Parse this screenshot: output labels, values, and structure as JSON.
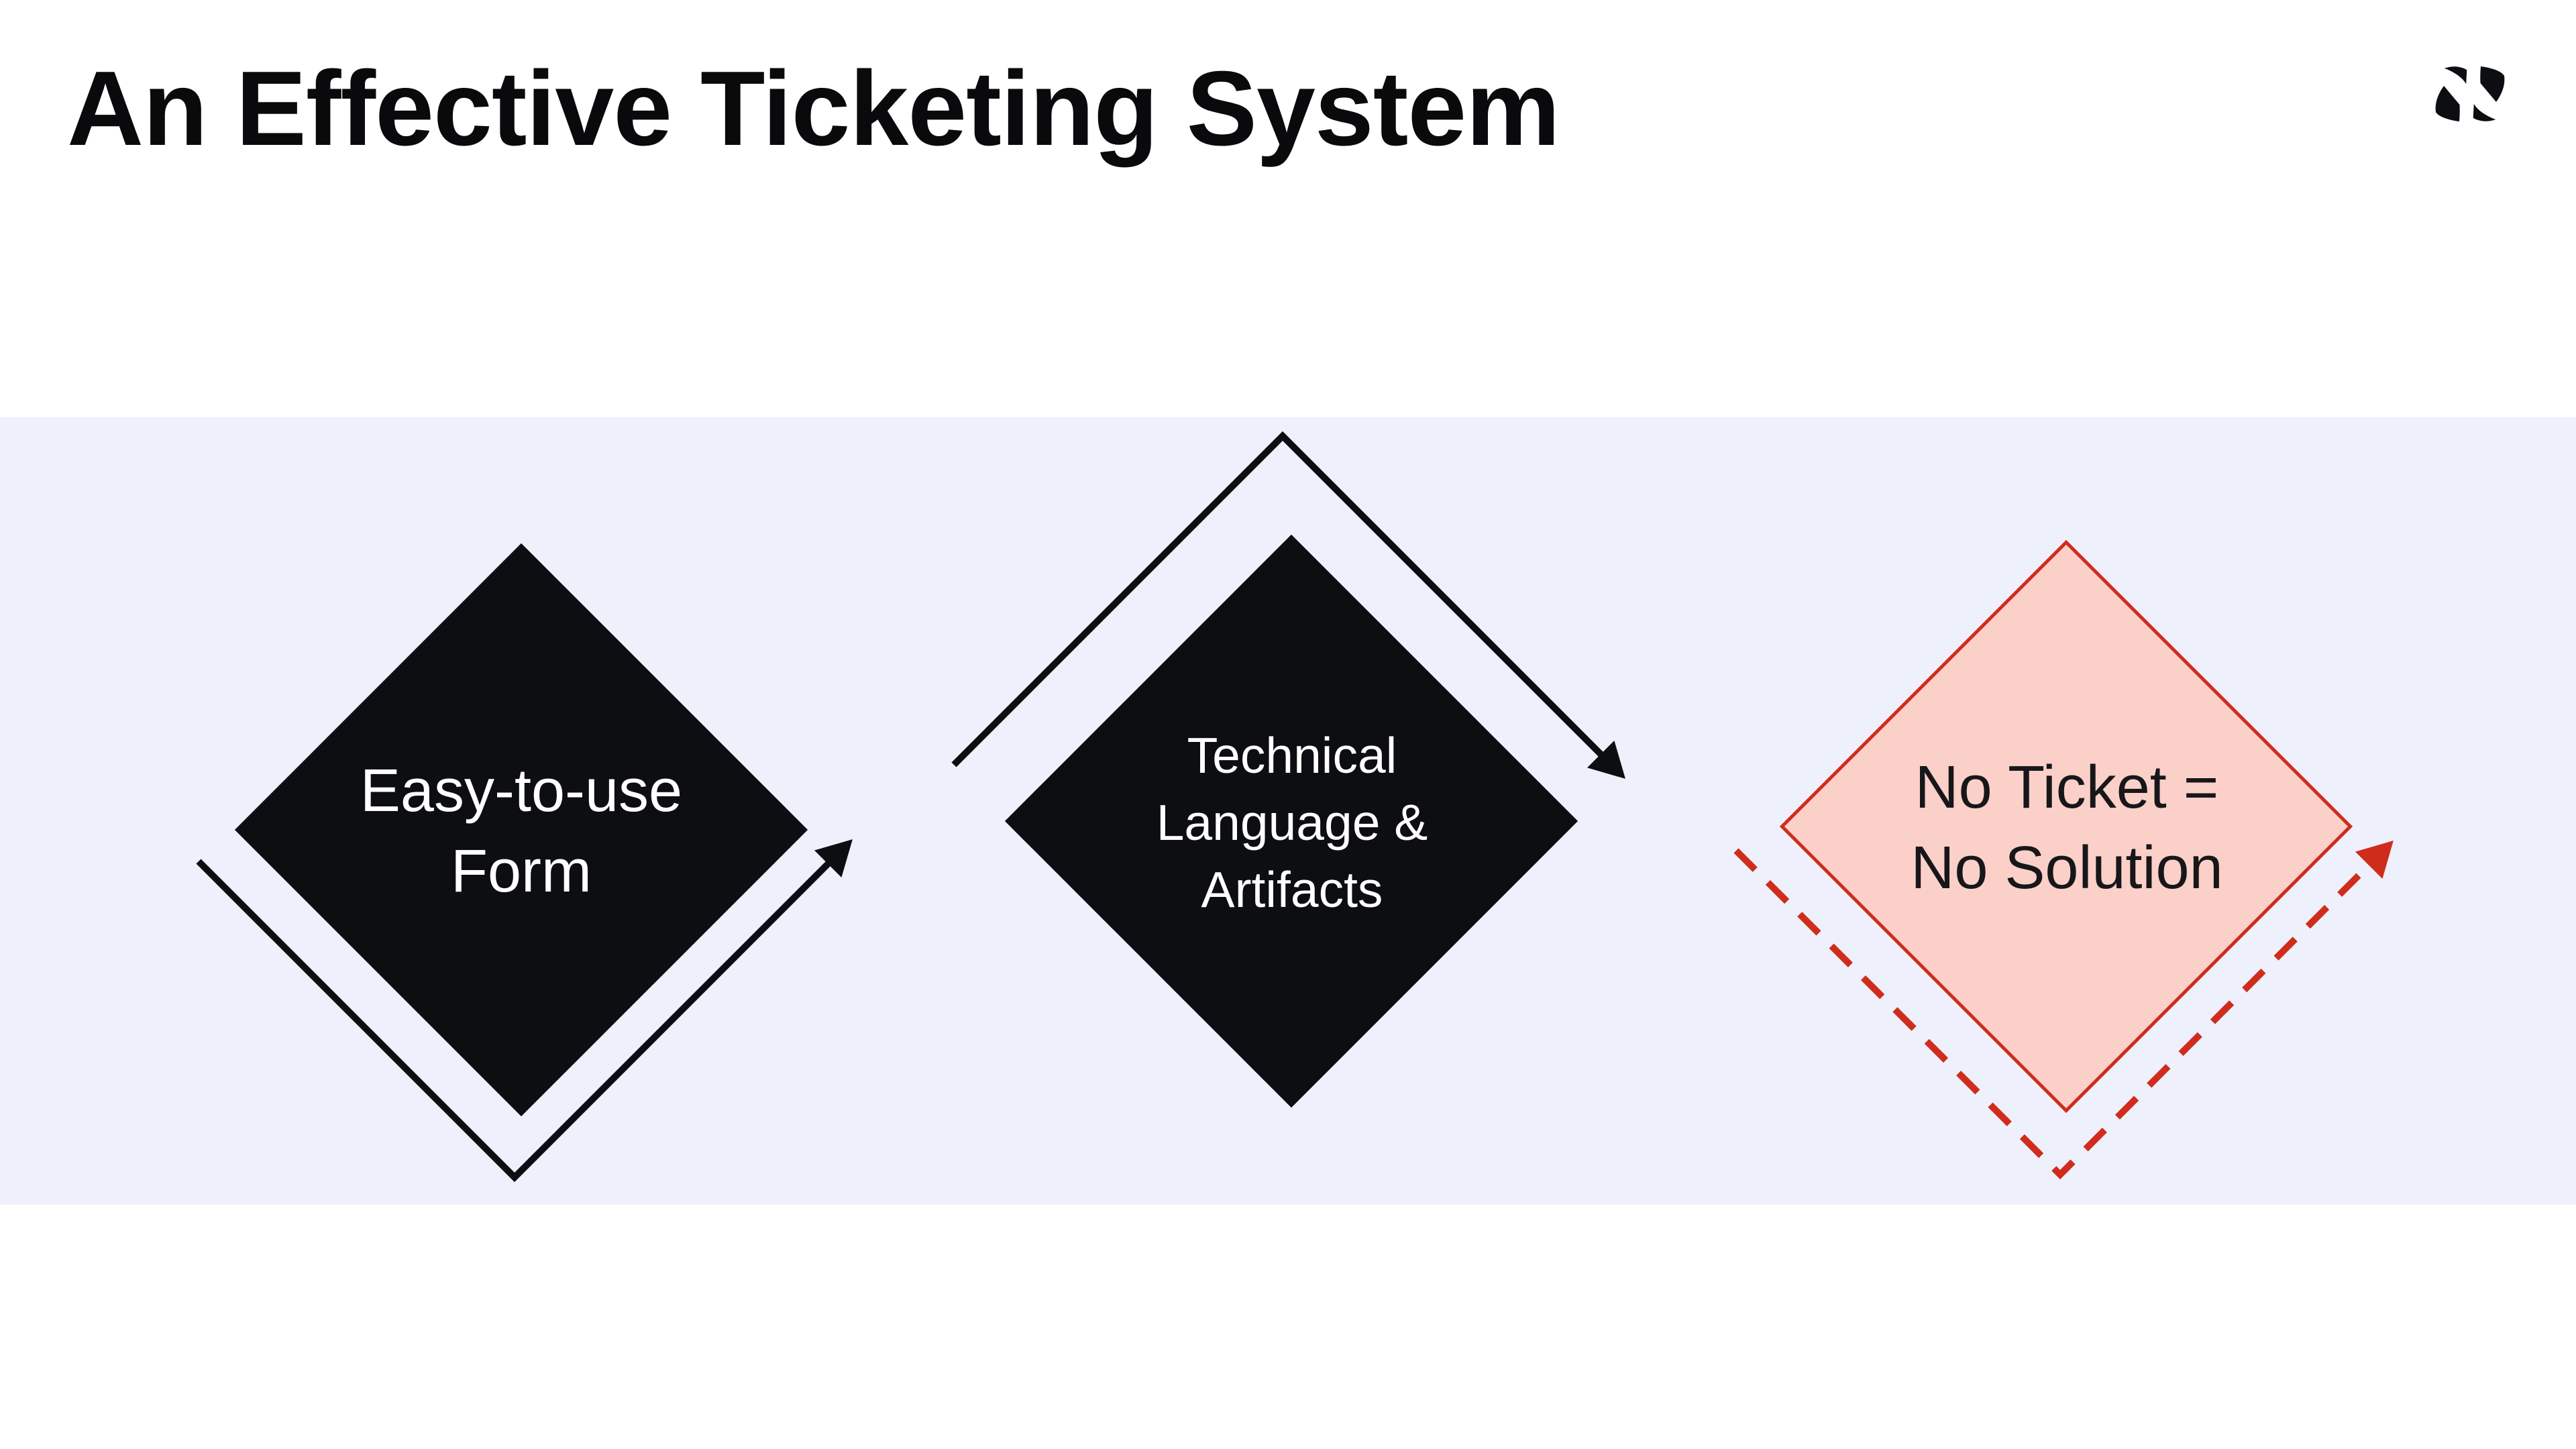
{
  "title": "An Effective Ticketing System",
  "logo": {
    "name": "pinwheel-logo",
    "color": "#0D0E11"
  },
  "band": {
    "color": "#EEF0FC"
  },
  "diamonds": [
    {
      "name": "easy-to-use-form",
      "lines": [
        "Easy-to-use",
        "Form"
      ],
      "fill": "#0D0E11",
      "text_color": "#FFFFFF",
      "border_color": null
    },
    {
      "name": "technical-language-artifacts",
      "lines": [
        "Technical",
        "Language &",
        "Artifacts"
      ],
      "fill": "#0D0E11",
      "text_color": "#FFFFFF",
      "border_color": null
    },
    {
      "name": "no-ticket-no-solution",
      "lines": [
        "No Ticket =",
        "No Solution"
      ],
      "fill": "#FBD0C9",
      "text_color": "#17171A",
      "border_color": "#D02C1C"
    }
  ],
  "arrows": [
    {
      "name": "arrow-under-form",
      "style": "solid",
      "color": "#0D0E11",
      "direction": "up-right"
    },
    {
      "name": "arrow-over-language",
      "style": "solid",
      "color": "#0D0E11",
      "direction": "down-right"
    },
    {
      "name": "arrow-under-no-ticket",
      "style": "dashed",
      "color": "#D02C1C",
      "direction": "up-right"
    }
  ],
  "palette": {
    "background": "#FFFFFF",
    "band_lavender": "#EEF0FC",
    "near_black": "#0D0E11",
    "accent_red": "#D02C1C",
    "soft_pink": "#FBD0C9"
  }
}
